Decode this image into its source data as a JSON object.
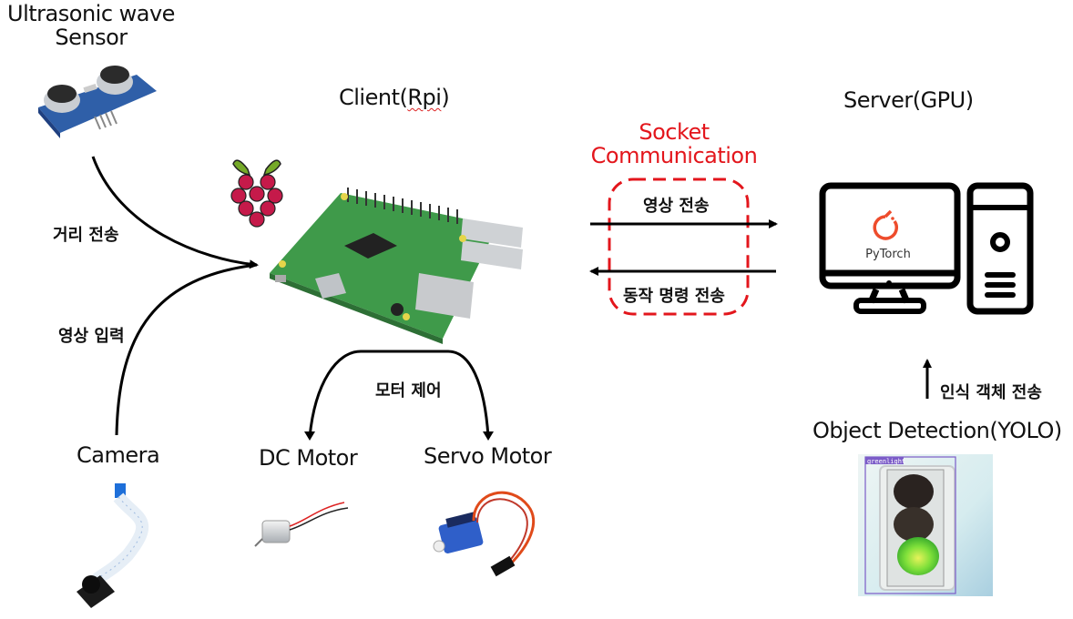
{
  "titles": {
    "ultrasonic_line1": "Ultrasonic wave",
    "ultrasonic_line2": "Sensor",
    "client_prefix": "Client(",
    "client_rpi": "Rpi",
    "client_suffix": ")",
    "server": "Server(GPU)",
    "socket_line1": "Socket",
    "socket_line2": "Communication",
    "camera": "Camera",
    "dc_motor": "DC Motor",
    "servo_motor": "Servo Motor",
    "object_detection": "Object Detection(YOLO)"
  },
  "edge_labels": {
    "distance": "거리 전송",
    "video_input": "영상 입력",
    "motor_control": "모터 제어",
    "video_send": "영상 전송",
    "command_send": "동작 명령 전송",
    "detected_send": "인식 객체 전송"
  },
  "server_logo": {
    "text": "PyTorch"
  },
  "detection_box": {
    "class_label": "greenlight"
  },
  "colors": {
    "socket_red": "#e3161c",
    "pytorch_orange": "#ee4c2c",
    "rpi_red": "#c51a4a",
    "rpi_green": "#75a928",
    "board_green": "#3f9a4a",
    "bbox_purple": "#7b5cc8"
  }
}
